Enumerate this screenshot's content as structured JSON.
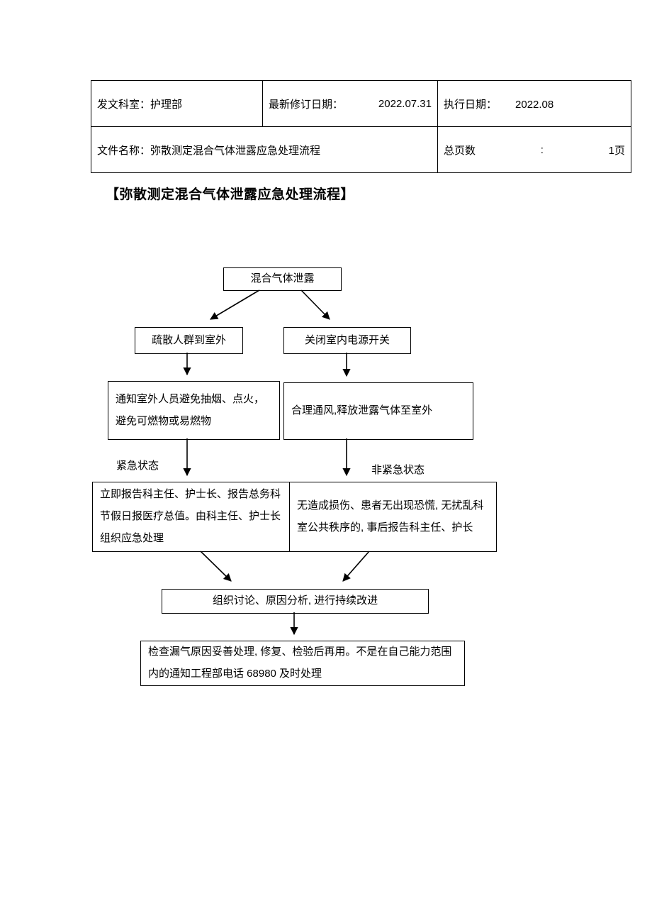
{
  "doc": {
    "header": {
      "dept": "发文科室：护理部",
      "revision_label": "最新修订日期：",
      "revision_date": "2022.07.31",
      "exec_label": "执行日期：",
      "exec_date": "2022.08",
      "file_name": "文件名称：弥散测定混合气体泄露应急处理流程",
      "pages_label": "总页数",
      "pages_colon": ":",
      "pages_value": "1页"
    },
    "title": "【弥散测定混合气体泄露应急处理流程】"
  },
  "flowchart": {
    "start": "混合气体泄露",
    "evacuate": "疏散人群到室外",
    "power_off": "关闭室内电源开关",
    "notify_outside": "通知室外人员避免抽烟、点火，避免可燃物或易燃物",
    "ventilate": "合理通风,释放泄露气体至室外",
    "emergency_label": "紧急状态",
    "non_emergency_label": "非紧急状态",
    "report_emergency": "立即报告科主任、护士长、报告总务科节假日报医疗总值。由科主任、护士长组织应急处理",
    "report_non_emergency": "无造成损伤、患者无出现恐慌, 无扰乱科室公共秩序的, 事后报告科主任、护长",
    "discuss": "组织讨论、原因分析, 进行持续改进",
    "final": "检查漏气原因妥善处理, 修复、检验后再用。不是在自己能力范围内的通知工程部电话 68980 及时处理"
  }
}
